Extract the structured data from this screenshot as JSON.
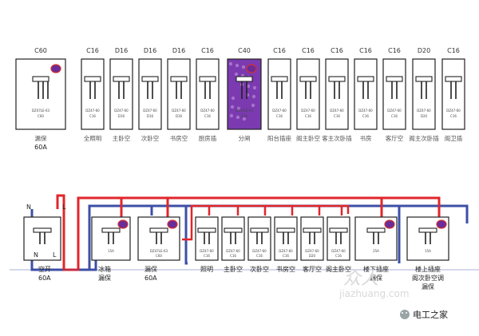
{
  "top_row": [
    {
      "rating": "C60",
      "model": "DZ47LE-63",
      "code": "C60",
      "label": "漏保",
      "sub": "60A",
      "kind": "rcd",
      "highlight": false
    },
    {
      "rating": "C16",
      "model": "DZ47-60",
      "code": "C16",
      "label": "全照明",
      "kind": "mcb",
      "highlight": false
    },
    {
      "rating": "D16",
      "model": "DZ47-60",
      "code": "D16",
      "label": "主卧空",
      "kind": "mcb",
      "highlight": false
    },
    {
      "rating": "D16",
      "model": "DZ47-60",
      "code": "D16",
      "label": "次卧空",
      "kind": "mcb",
      "highlight": false
    },
    {
      "rating": "D16",
      "model": "DZ47-60",
      "code": "D16",
      "label": "书房空",
      "kind": "mcb",
      "highlight": false
    },
    {
      "rating": "C16",
      "model": "DZ47-60",
      "code": "C16",
      "label": "厨房插",
      "kind": "mcb",
      "highlight": false
    },
    {
      "rating": "C40",
      "model": "DZ47LE-63",
      "code": "C40",
      "label": "分闸",
      "kind": "rcd",
      "highlight": true
    },
    {
      "rating": "C16",
      "model": "DZ47-60",
      "code": "C16",
      "label": "阳台插座",
      "kind": "mcb",
      "highlight": false
    },
    {
      "rating": "C16",
      "model": "DZ47-60",
      "code": "C16",
      "label": "阁主卧空",
      "kind": "mcb",
      "highlight": false
    },
    {
      "rating": "C16",
      "model": "DZ47-60",
      "code": "C16",
      "label": "客主次卧插",
      "kind": "mcb",
      "highlight": false
    },
    {
      "rating": "C16",
      "model": "DZ47-60",
      "code": "C16",
      "label": "书房",
      "kind": "mcb",
      "highlight": false
    },
    {
      "rating": "C16",
      "model": "DZ47-60",
      "code": "C16",
      "label": "客厅空",
      "kind": "mcb",
      "highlight": false
    },
    {
      "rating": "D20",
      "model": "DZ47-60",
      "code": "D20",
      "label": "阁主次卧插",
      "kind": "mcb",
      "highlight": false
    },
    {
      "rating": "C16",
      "model": "DZ47-60",
      "code": "C16",
      "label": "阁卫插",
      "kind": "mcb",
      "highlight": false
    }
  ],
  "bottom_row": [
    {
      "inner": "",
      "label": "空开",
      "sub": "60A",
      "kind": "main"
    },
    {
      "inner": "15A",
      "label": "冰箱",
      "sub": "漏保",
      "kind": "rcd"
    },
    {
      "inner": "DZ47LE-63",
      "code": "C60",
      "label": "漏保",
      "sub": "60A",
      "kind": "rcd"
    },
    {
      "inner": "DZ47-60",
      "code": "C16",
      "label": "照明",
      "kind": "mcb"
    },
    {
      "inner": "DZ47-60",
      "code": "C16",
      "label": "主卧空",
      "kind": "mcb"
    },
    {
      "inner": "DZ47-60",
      "code": "C16",
      "label": "次卧空",
      "kind": "mcb"
    },
    {
      "inner": "DZ47-60",
      "code": "C16",
      "label": "书房空",
      "kind": "mcb"
    },
    {
      "inner": "DZ47-60",
      "code": "D20",
      "label": "客厅空",
      "kind": "mcb"
    },
    {
      "inner": "DZ47-60",
      "code": "C16",
      "label": "阁主卧空",
      "kind": "mcb"
    },
    {
      "inner": "25A",
      "label": "楼下插座",
      "sub": "漏保",
      "kind": "rcd"
    },
    {
      "inner": "15A",
      "label": "楼上插座",
      "sub": "阁次卧空调",
      "sub2": "漏保",
      "kind": "rcd"
    }
  ],
  "terminals": {
    "n": "N",
    "l": "L"
  },
  "watermark": {
    "main": "众人",
    "sub": "jiazhuang.com"
  },
  "brand": "电工之家",
  "colors": {
    "live": "#e0262b",
    "neutral": "#3d4fa6",
    "highlight": "#7b3ab0",
    "indicator": "#6a2c9a",
    "indicator_ring": "#d43030"
  }
}
